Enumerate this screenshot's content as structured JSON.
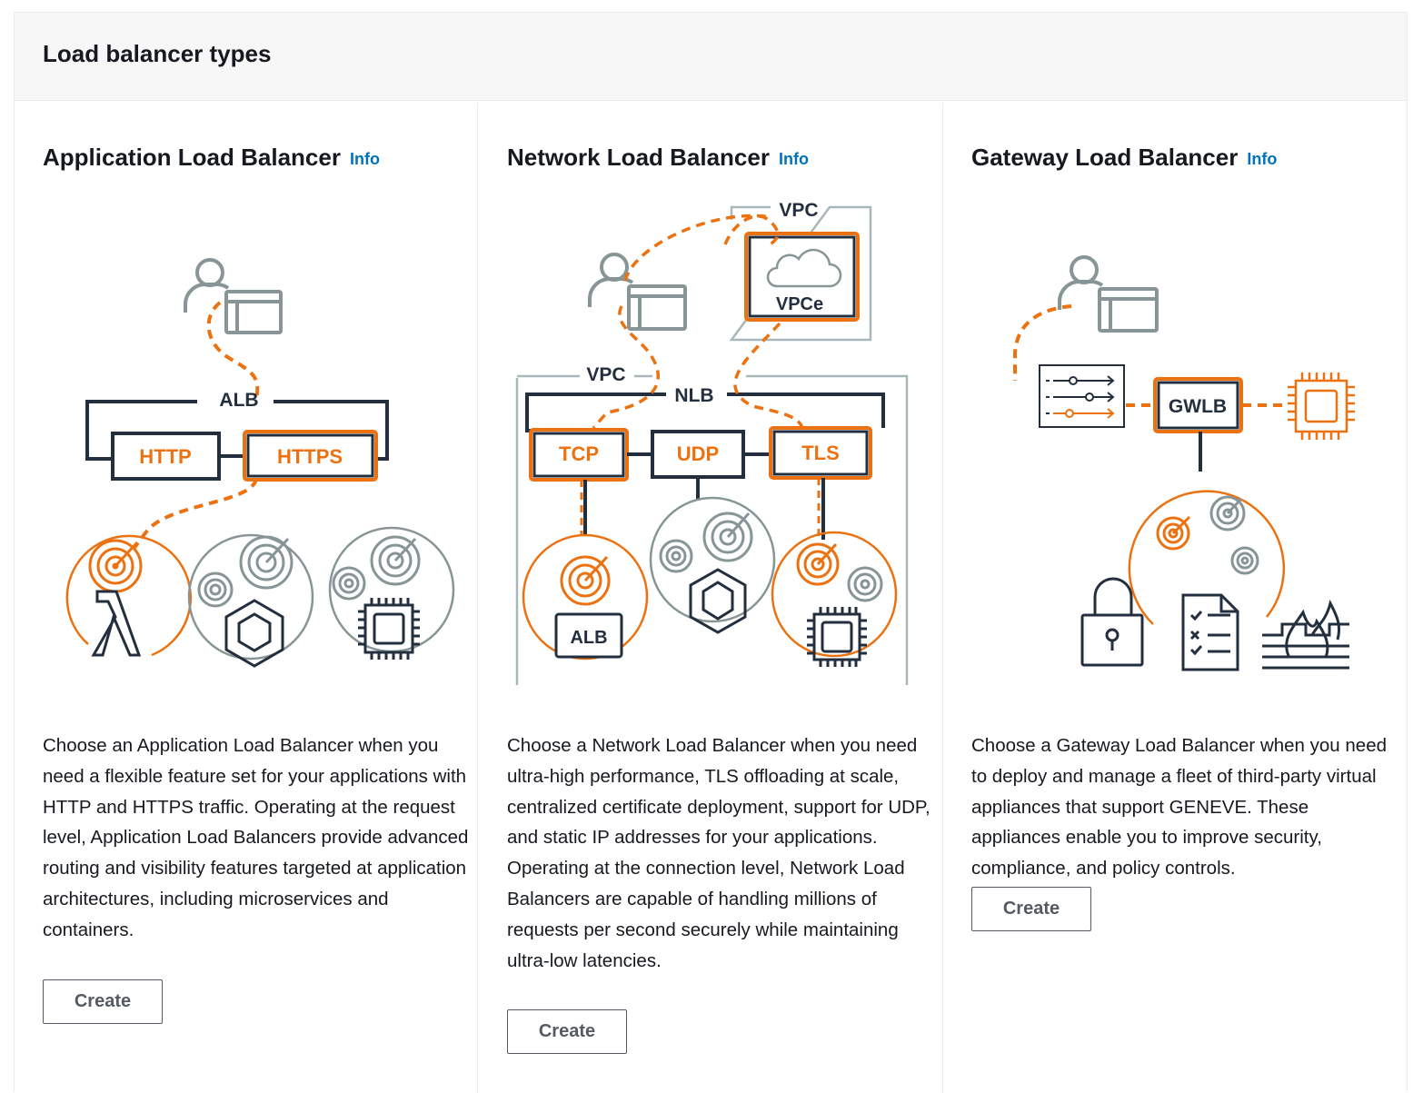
{
  "panel": {
    "title": "Load balancer types"
  },
  "alb": {
    "title": "Application Load Balancer",
    "info": "Info",
    "diagram": {
      "container": "ALB",
      "listener_1": "HTTP",
      "listener_2": "HTTPS"
    },
    "description": "Choose an Application Load Balancer when you need a flexible feature set for your applications with HTTP and HTTPS traffic. Operating at the request level, Application Load Balancers provide advanced routing and visibility features targeted at application architectures, including microservices and containers.",
    "create": "Create"
  },
  "nlb": {
    "title": "Network Load Balancer",
    "info": "Info",
    "diagram": {
      "vpc_top": "VPC",
      "vpce": "VPCe",
      "vpc_main": "VPC",
      "container": "NLB",
      "listener_1": "TCP",
      "listener_2": "UDP",
      "listener_3": "TLS",
      "target_alb": "ALB"
    },
    "description": "Choose a Network Load Balancer when you need ultra-high performance, TLS offloading at scale, centralized certificate deployment, support for UDP, and static IP addresses for your applications. Operating at the connection level, Network Load Balancers are capable of handling millions of requests per second securely while maintaining ultra-low latencies.",
    "create": "Create"
  },
  "gwlb": {
    "title": "Gateway Load Balancer",
    "info": "Info",
    "diagram": {
      "box": "GWLB"
    },
    "description": "Choose a Gateway Load Balancer when you need to deploy and manage a fleet of third-party virtual appliances that support GENEVE. These appliances enable you to improve security, compliance, and policy controls.",
    "create": "Create"
  },
  "colors": {
    "orange": "#ec7211",
    "dark": "#232f3e",
    "gray": "#879596",
    "link": "#0073bb"
  }
}
